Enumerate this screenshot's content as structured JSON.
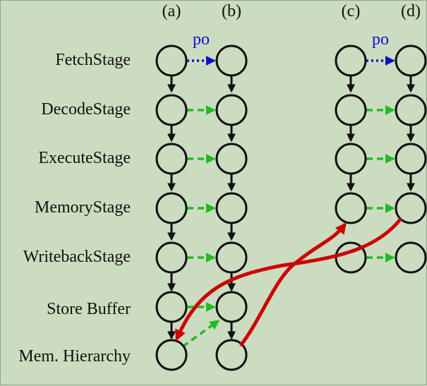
{
  "columns": [
    "(a)",
    "(b)",
    "(c)",
    "(d)"
  ],
  "po_label": "po",
  "stages": [
    "FetchStage",
    "DecodeStage",
    "ExecuteStage",
    "MemoryStage",
    "WritebackStage",
    "Store Buffer",
    "Mem. Hierarchy"
  ],
  "colors": {
    "background": "#ccdcc0",
    "node_stroke": "#111111",
    "po_edge": "#1010cc",
    "green_edge": "#22bb22",
    "red_edge": "#cc0000"
  }
}
